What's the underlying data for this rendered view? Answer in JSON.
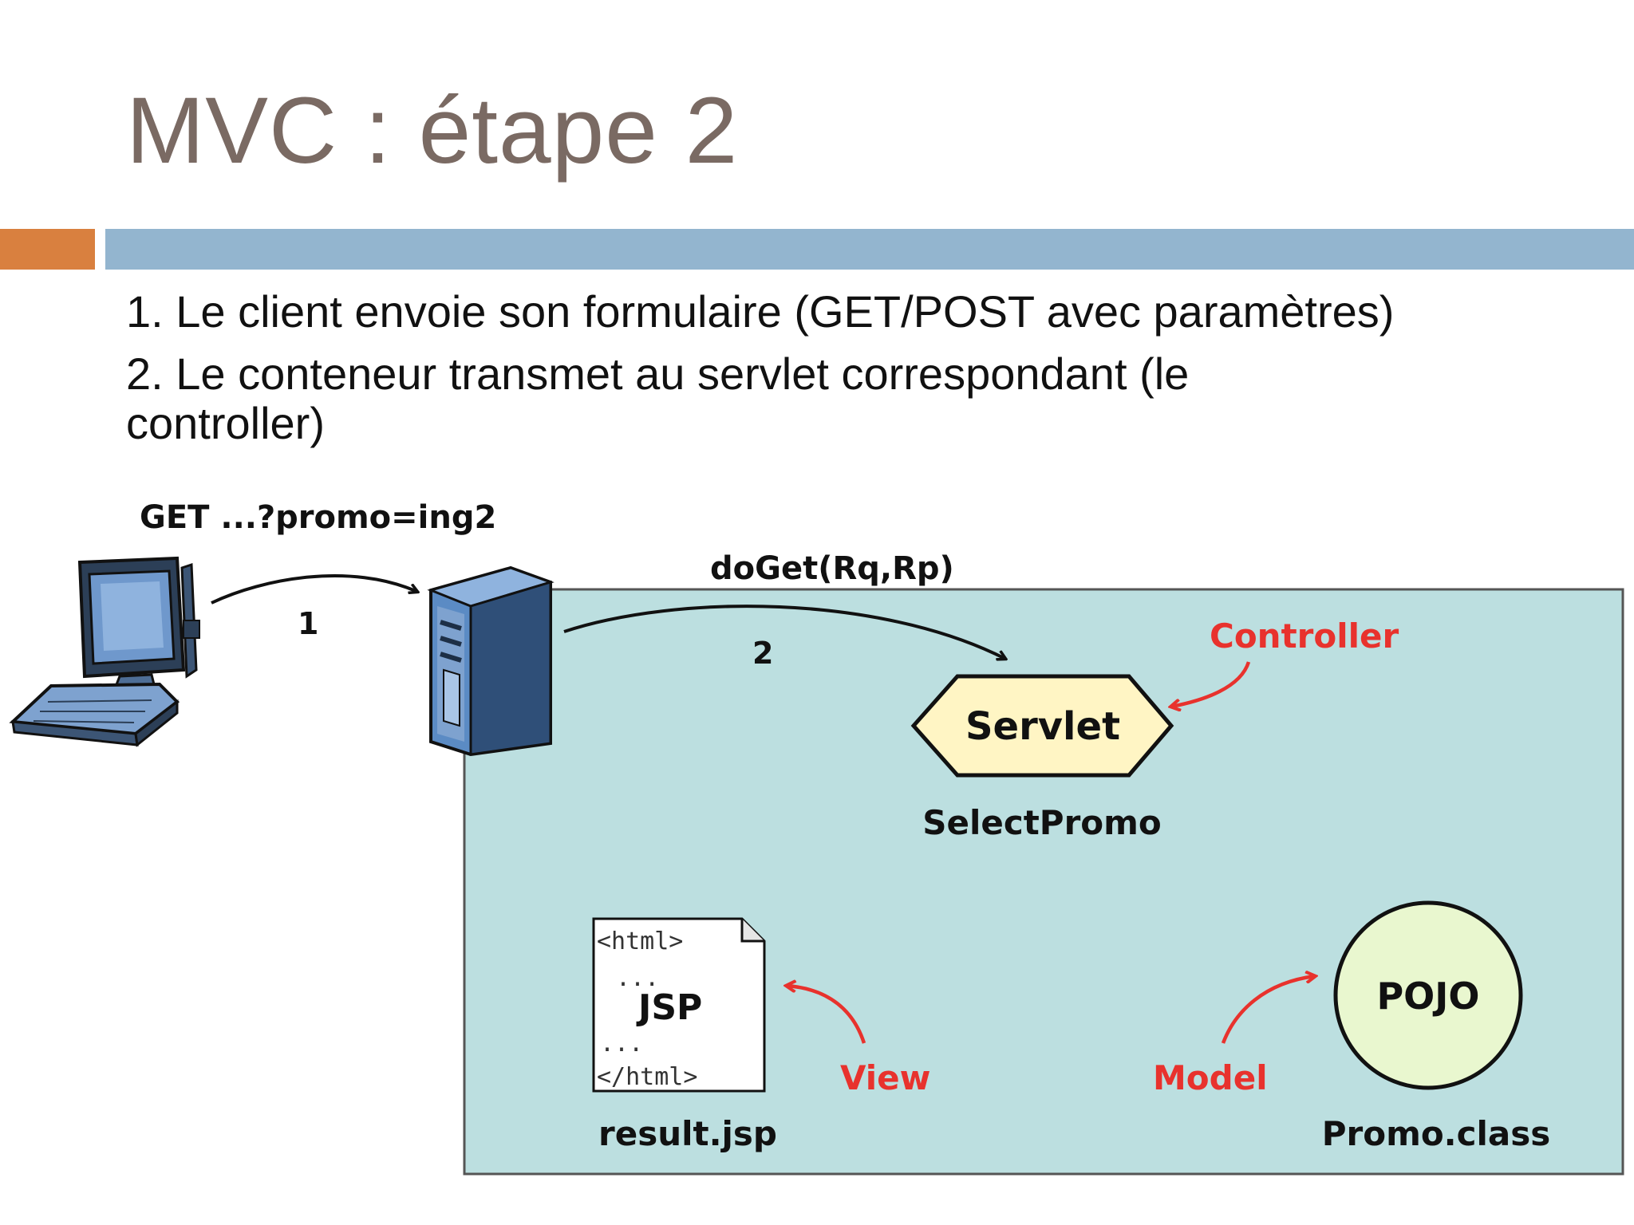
{
  "slide": {
    "title": "MVC : étape 2",
    "bullets": [
      "1. Le client envoie son formulaire (GET/POST avec paramètres)",
      "2. Le conteneur transmet au servlet correspondant (le controller)"
    ]
  },
  "diagram": {
    "request_label": "GET ...?promo=ing2",
    "step1_label": "1",
    "doget_label": "doGet(Rq,Rp)",
    "step2_label": "2",
    "controller_label": "Controller",
    "servlet_label": "Servlet",
    "servlet_name": "SelectPromo",
    "jsp_lines": {
      "open": "<html>",
      "dots_top": "...",
      "dots_bottom": "...",
      "close": "</html>"
    },
    "jsp_label": "JSP",
    "jsp_name": "result.jsp",
    "view_label": "View",
    "model_label": "Model",
    "pojo_label": "POJO",
    "pojo_name": "Promo.class",
    "colors": {
      "container_fill": "#bcdfe0",
      "servlet_fill": "#fff5c4",
      "pojo_fill": "#e9f7cf",
      "annotation_red": "#e8322d",
      "title_brown": "#7a6a63",
      "accent_orange": "#d9803f",
      "bar_blue": "#93b5cf",
      "computer_blue": "#5b8bc4"
    }
  }
}
